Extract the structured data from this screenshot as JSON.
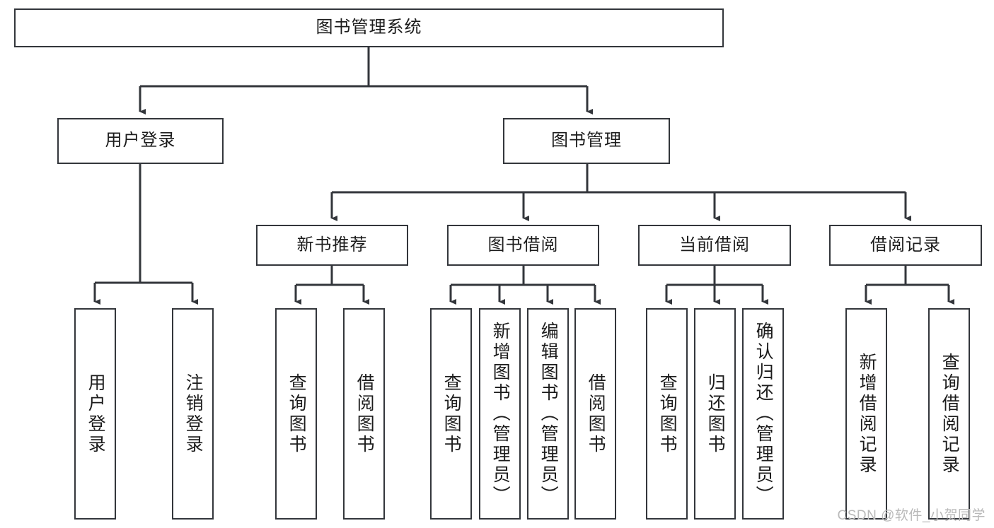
{
  "diagram": {
    "type": "tree-hierarchy",
    "title": "图书管理系统",
    "watermark": "CSDN @软件_小贺同学",
    "colors": {
      "border": "#33363b",
      "text": "#1c1c1c",
      "background": "#ffffff",
      "watermark": "#b9b9b9"
    },
    "levels": {
      "root": {
        "label": "图书管理系统"
      },
      "level2": [
        {
          "id": "user-login",
          "label": "用户登录"
        },
        {
          "id": "book-manage",
          "label": "图书管理"
        }
      ],
      "level3": [
        {
          "id": "new-book-recommend",
          "label": "新书推荐",
          "parent": "book-manage"
        },
        {
          "id": "book-borrow",
          "label": "图书借阅",
          "parent": "book-manage"
        },
        {
          "id": "current-borrow",
          "label": "当前借阅",
          "parent": "book-manage"
        },
        {
          "id": "borrow-record",
          "label": "借阅记录",
          "parent": "book-manage"
        }
      ],
      "leaves": [
        {
          "id": "leaf-user-login",
          "label": "用户登录",
          "parent": "user-login"
        },
        {
          "id": "leaf-user-logout",
          "label": "注销登录",
          "parent": "user-login"
        },
        {
          "id": "leaf-query-book-1",
          "label": "查询图书",
          "parent": "new-book-recommend"
        },
        {
          "id": "leaf-borrow-book-1",
          "label": "借阅图书",
          "parent": "new-book-recommend"
        },
        {
          "id": "leaf-query-book-2",
          "label": "查询图书",
          "parent": "book-borrow"
        },
        {
          "id": "leaf-add-book",
          "label": "新增图书（管理员）",
          "parent": "book-borrow"
        },
        {
          "id": "leaf-edit-book",
          "label": "编辑图书（管理员）",
          "parent": "book-borrow"
        },
        {
          "id": "leaf-borrow-book-2",
          "label": "借阅图书",
          "parent": "book-borrow"
        },
        {
          "id": "leaf-query-book-3",
          "label": "查询图书",
          "parent": "current-borrow"
        },
        {
          "id": "leaf-return-book",
          "label": "归还图书",
          "parent": "current-borrow"
        },
        {
          "id": "leaf-confirm-return",
          "label": "确认归还（管理员）",
          "parent": "current-borrow"
        },
        {
          "id": "leaf-add-record",
          "label": "新增借阅记录",
          "parent": "borrow-record"
        },
        {
          "id": "leaf-query-record",
          "label": "查询借阅记录",
          "parent": "borrow-record"
        }
      ]
    }
  }
}
